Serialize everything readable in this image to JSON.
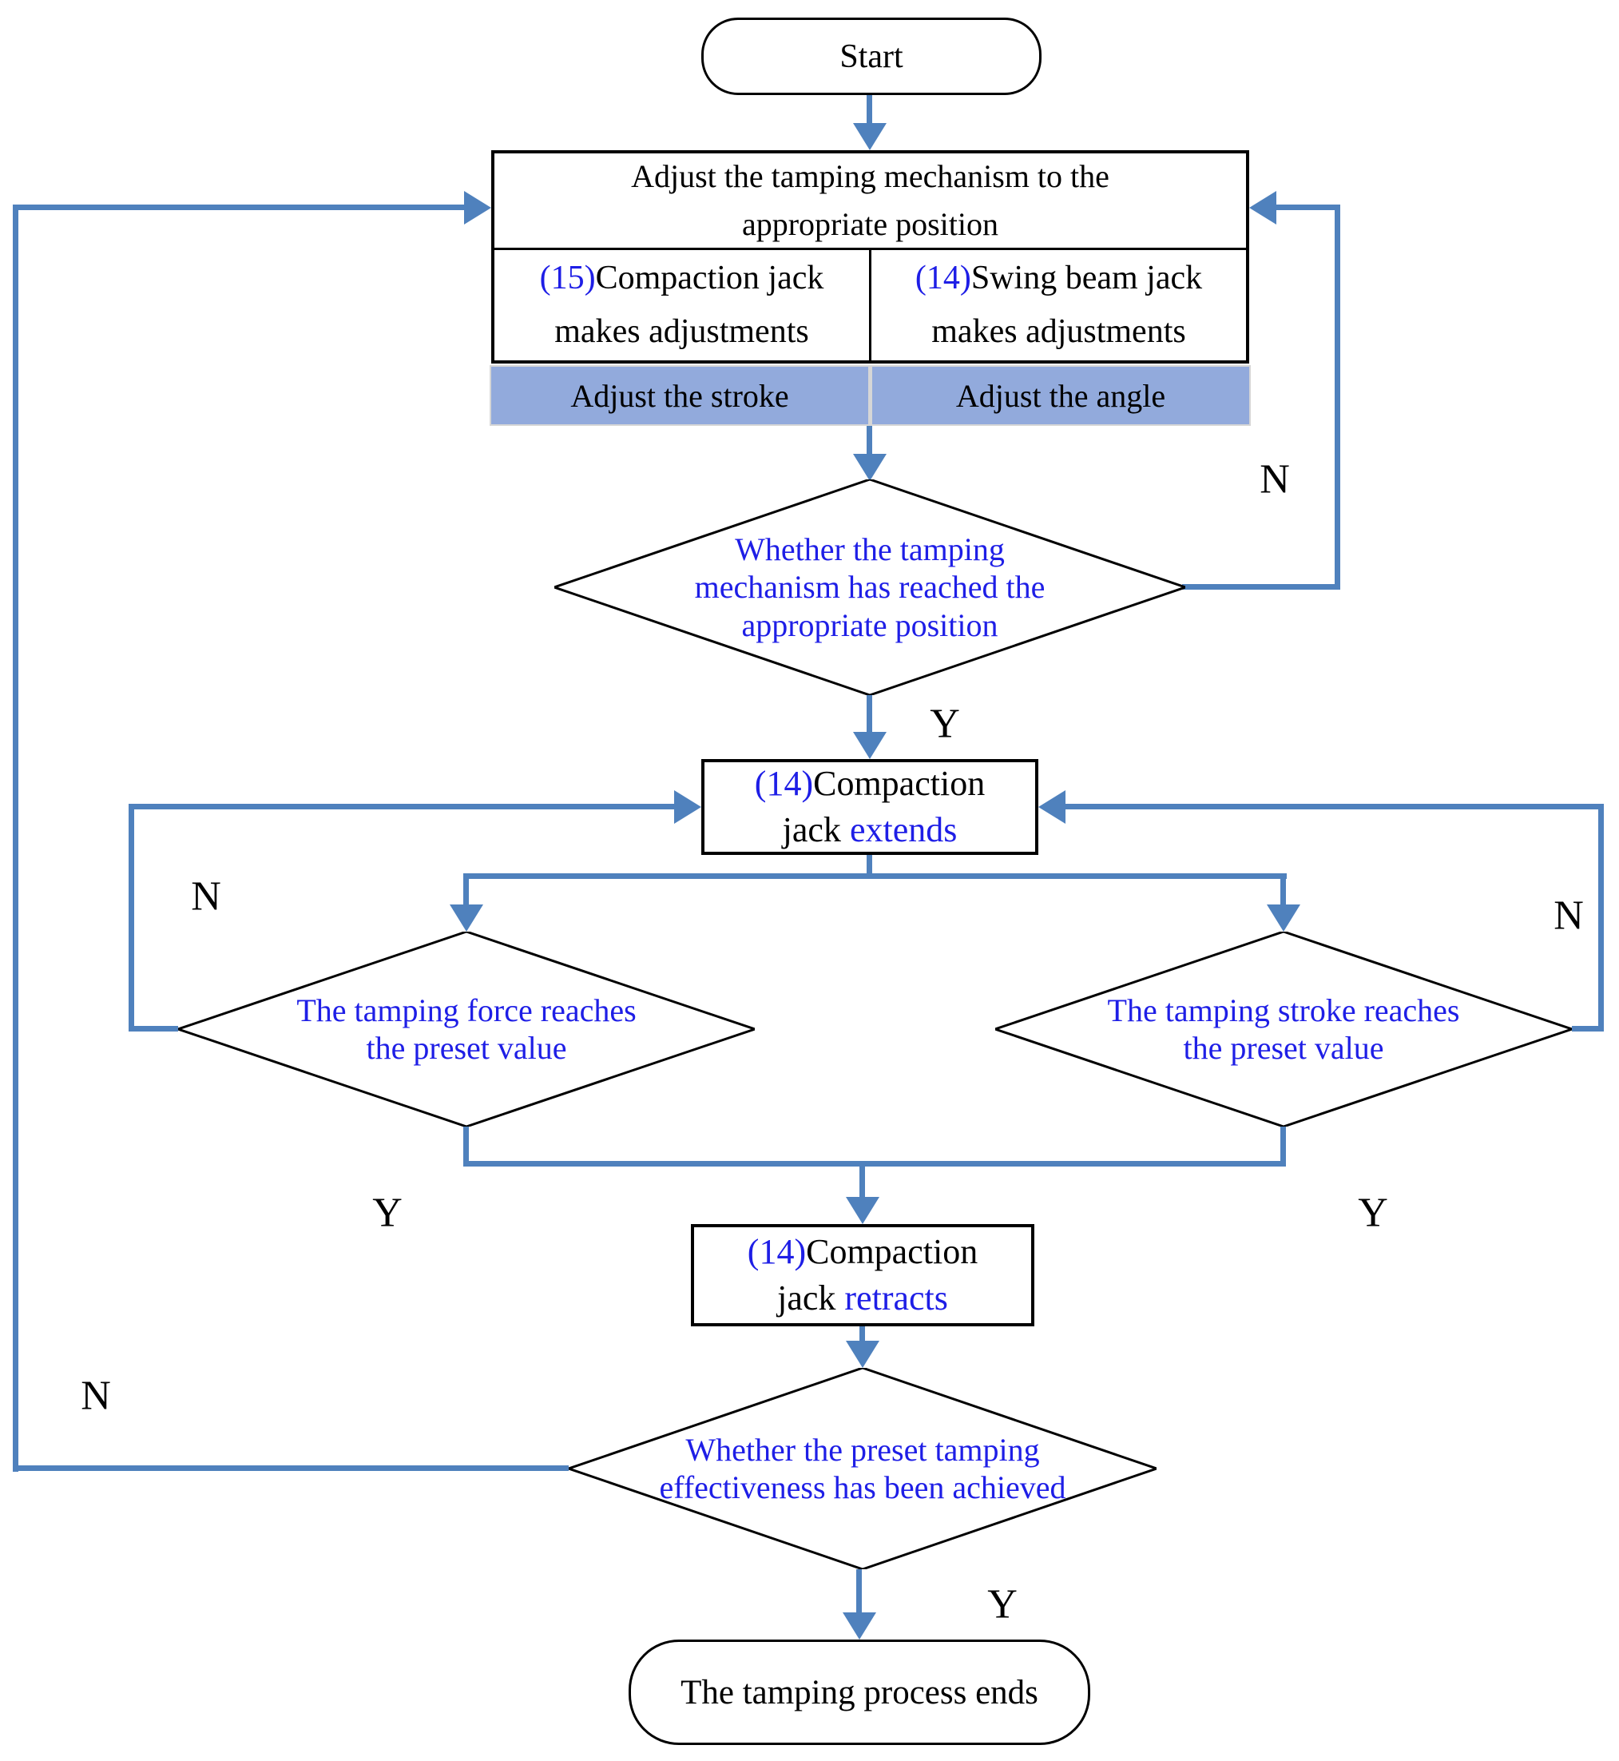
{
  "colors": {
    "flow_line": "#4f81bd",
    "text_blue": "#1e1ee6",
    "row_highlight": "#92aadc",
    "shape_border": "#000000"
  },
  "start": {
    "label": "Start"
  },
  "adjust_table": {
    "header": "Adjust the tamping mechanism to the appropriate position",
    "left_cell": {
      "num": "(15)",
      "line1": "Compaction jack",
      "line2": "makes adjustments"
    },
    "right_cell": {
      "num": "(14)",
      "line1": "Swing beam jack",
      "line2": "makes adjustments"
    },
    "left_action": "Adjust the stroke",
    "right_action": "Adjust the angle"
  },
  "decision_position": {
    "text": "Whether the tamping mechanism has reached the appropriate position"
  },
  "extend_box": {
    "num": "(14)",
    "line1": "Compaction",
    "line2": "jack",
    "verb": "extends"
  },
  "decision_force": {
    "text": "The tamping force reaches the preset value"
  },
  "decision_stroke": {
    "text": "The tamping stroke reaches the preset value"
  },
  "retract_box": {
    "num": "(14)",
    "line1": "Compaction",
    "line2": "jack",
    "verb": "retracts"
  },
  "decision_effectiveness": {
    "text": "Whether the preset tamping effectiveness has been achieved"
  },
  "end": {
    "label": "The tamping process ends"
  },
  "labels": {
    "yes": "Y",
    "no": "N"
  }
}
